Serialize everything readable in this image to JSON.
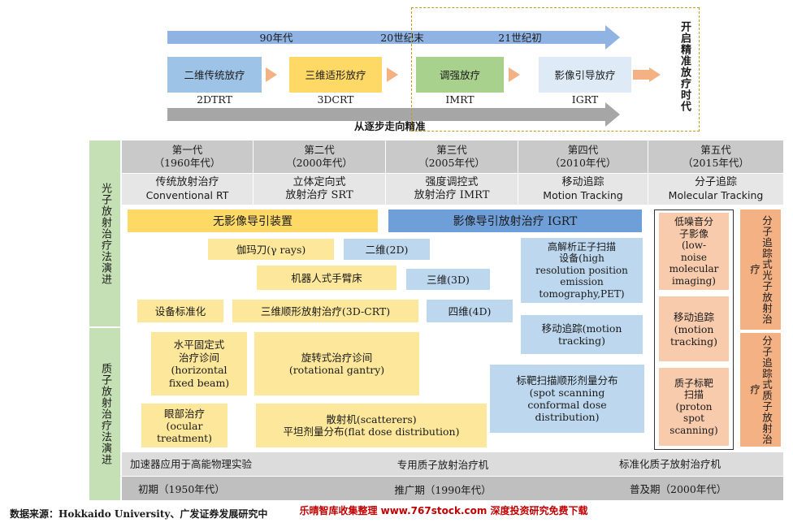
{
  "timeline": {
    "decades": [
      "90年代",
      "20世纪末",
      "21世纪初"
    ],
    "stages": [
      {
        "label": "二维传统放疗",
        "abbr": "2DTRT"
      },
      {
        "label": "三维适形放疗",
        "abbr": "3DCRT"
      },
      {
        "label": "调强放疗",
        "abbr": "IMRT"
      },
      {
        "label": "影像引导放疗",
        "abbr": "IGRT"
      }
    ],
    "progress": "从逐步走向精准",
    "goal": "开启精准放疗时代"
  },
  "side": {
    "photon": "光子放射治疗法演进",
    "proton": "质子放射治疗法演进"
  },
  "generations": [
    {
      "gen": "第一代",
      "year": "（1960年代）",
      "cn": "传统放射治疗",
      "en": "Conventional RT"
    },
    {
      "gen": "第二代",
      "year": "（2000年代）",
      "cn": "立体定向式",
      "en": "放射治疗 SRT"
    },
    {
      "gen": "第三代",
      "year": "（2005年代）",
      "cn": "强度调控式",
      "en": "放射治疗 IMRT"
    },
    {
      "gen": "第四代",
      "year": "（2010年代）",
      "cn": "移动追踪",
      "en": "Motion Tracking"
    },
    {
      "gen": "第五代",
      "year": "（2015年代）",
      "cn": "分子追踪",
      "en": "Molecular Tracking"
    }
  ],
  "photon": {
    "no_imaging": "无影像导引装置",
    "igrt": "影像导引放射治疗 IGRT",
    "gamma": "伽玛刀(γ rays)",
    "dim2": "二维(2D)",
    "robot": "机器人式手臂床",
    "dim3": "三维(3D)",
    "standard": "设备标准化",
    "crt": "三维顺形放射治疗(3D-CRT)",
    "dim4": "四维(4D)",
    "pet": [
      "高解析正子扫描",
      "设备(high",
      "resolution position",
      "emission",
      "tomography,PET)"
    ],
    "motion": [
      "移动追踪(motion",
      "tracking)"
    ],
    "low_noise": [
      "低噪音分",
      "子影像",
      "(low-",
      "noise",
      "molecular",
      "imaging)"
    ],
    "motion5": [
      "移动追踪",
      "(motion",
      "tracking)"
    ],
    "mol_photon": "分子追踪式光子放射治疗"
  },
  "proton": {
    "fixed_beam": [
      "水平固定式",
      "治疗诊间",
      "(horizontal",
      "fixed beam)"
    ],
    "gantry": [
      "旋转式治疗诊间",
      "(rotational gantry)"
    ],
    "spot": [
      "标靶扫描顺形剂量分布",
      "(spot scanning",
      "conformal dose",
      "distribution)"
    ],
    "ocular": [
      "眼部治疗",
      "(ocular",
      "treatment)"
    ],
    "scatter": [
      "散射机(scatterers)",
      "平坦剂量分布(flat dose distribution)"
    ],
    "target": [
      "质子标靶",
      "扫描",
      "(proton",
      "spot",
      "scanning)"
    ],
    "mol_proton": "分子追踪式质子放射治疗"
  },
  "bottom": {
    "row1": [
      "加速器应用于高能物理实验",
      "专用质子放射治疗机",
      "标准化质子放射治疗机"
    ],
    "row2": [
      "初期（1950年代）",
      "推广期（1990年代）",
      "普及期（2000年代）"
    ]
  },
  "source": "数据来源：Hokkaido University、广发证券发展研究中",
  "watermark": "乐晴智库收集整理 www.767stock.com 深度投资研究免费下载"
}
